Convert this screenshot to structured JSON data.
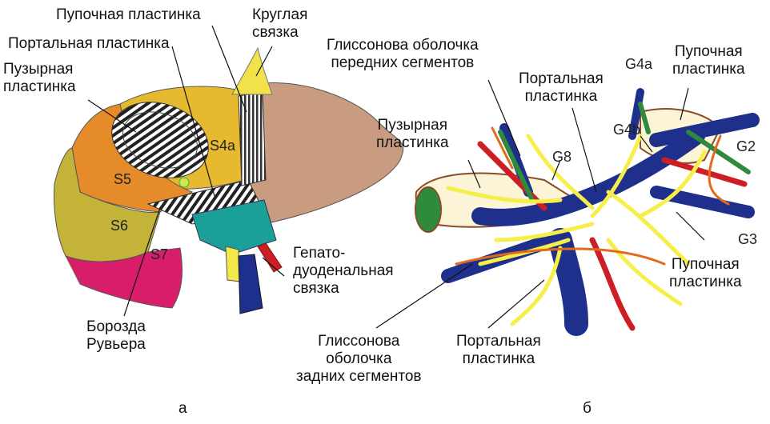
{
  "panel_a": {
    "caption": "а",
    "labels": {
      "umbilical_plate": "Пупочная пластинка",
      "round_ligament": [
        "Круглая",
        "связка"
      ],
      "portal_plate": "Портальная пластинка",
      "cystic_plate": [
        "Пузырная",
        "пластинка"
      ],
      "hepatoduodenal": [
        "Гепато-",
        "дуоденальная",
        "связка"
      ],
      "rouviere": [
        "Борозда",
        "Рувьера"
      ]
    },
    "segments": {
      "s4a": "S4a",
      "s5": "S5",
      "s6": "S6",
      "s7": "S7"
    }
  },
  "panel_b": {
    "caption": "б",
    "labels": {
      "glisson_anterior": [
        "Глиссонова оболочка",
        "передних сегментов"
      ],
      "portal_plate_top": [
        "Портальная",
        "пластинка"
      ],
      "g4a": "G4a",
      "umbilical_plate_top": [
        "Пупочная",
        "пластинка"
      ],
      "cystic_plate": [
        "Пузырная",
        "пластинка"
      ],
      "g8": "G8",
      "g4b": "G4b",
      "g2": "G2",
      "g3": "G3",
      "umbilical_plate_bottom": [
        "Пупочная",
        "пластинка"
      ],
      "glisson_posterior": [
        "Глиссонова",
        "оболочка",
        "задних сегментов"
      ],
      "portal_plate_bottom": [
        "Портальная",
        "пластинка"
      ]
    }
  },
  "colors": {
    "liver_left": "#c99b80",
    "s4": "#e6b92f",
    "s5": "#e58b2a",
    "s6": "#c3b338",
    "s7": "#d81e6a",
    "hilum": "#1a9f99",
    "portal_vein": "#1f2f8c",
    "artery": "#cc1e24",
    "bile": "#2e8b3c",
    "glisson": "#f6ef4a",
    "plate": "#fbf4d6",
    "leader": "#111111"
  }
}
